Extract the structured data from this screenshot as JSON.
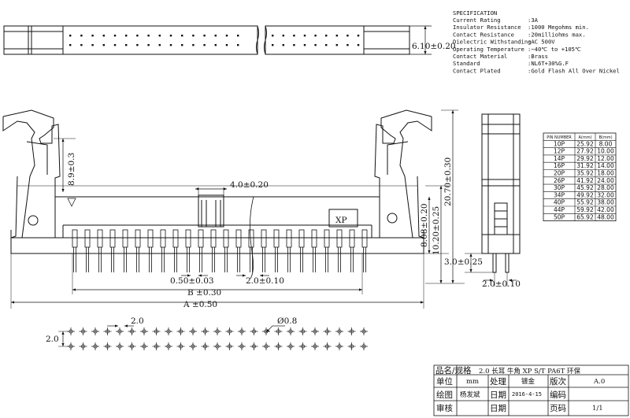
{
  "spec": {
    "title": "SPECIFICATION",
    "rows": [
      {
        "label": "Current Rating",
        "value": ":3A"
      },
      {
        "label": "Insulator Resistance",
        "value": ":1000 Megohms min."
      },
      {
        "label": "Contact Resistance",
        "value": ":20milliohms max."
      },
      {
        "label": "Dielectric Withstanding",
        "value": ":AC 500V"
      },
      {
        "label": "Operating Temperature",
        "value": ":−40℃ to +105℃"
      },
      {
        "label": "Contact Material",
        "value": ":Brass"
      },
      {
        "label": "Standard",
        "value": ":NL6T+30%G.F"
      },
      {
        "label": "Contact Plated",
        "value": ":Gold Flash All Over Nickel"
      }
    ]
  },
  "dims": {
    "top_width": "6.10±0.20",
    "latch_height": "8.9±0.3",
    "key_width": "4.0±0.20",
    "h_overall": "20.70±0.30",
    "h_body": "10.20±0.25",
    "h_pin": "8.08±0.20",
    "pin_width": "0.50±0.03",
    "pitch_front": "2.0±0.10",
    "dim_b": "B ±0.30",
    "dim_a": "A ±0.50",
    "pitch_x": "2.0",
    "pitch_y": "2.0",
    "hole": "Ø0.8",
    "side_tail": "3.0±0.25",
    "side_pitch": "2.0±0.10"
  },
  "marking": "XP",
  "pin_table": {
    "headers": [
      "PIN NUMBER",
      "A(mm)",
      "B(mm)"
    ],
    "rows": [
      [
        "10P",
        "25.92",
        "8.00"
      ],
      [
        "12P",
        "27.92",
        "10.00"
      ],
      [
        "14P",
        "29.92",
        "12.00"
      ],
      [
        "16P",
        "31.92",
        "14.00"
      ],
      [
        "20P",
        "35.92",
        "18.00"
      ],
      [
        "26P",
        "41.92",
        "24.00"
      ],
      [
        "30P",
        "45.92",
        "28.00"
      ],
      [
        "34P",
        "49.92",
        "32.00"
      ],
      [
        "40P",
        "55.92",
        "38.00"
      ],
      [
        "44P",
        "59.92",
        "42.00"
      ],
      [
        "50P",
        "65.92",
        "48.00"
      ]
    ]
  },
  "title_block": {
    "name_label": "品名/规格",
    "name_value": "2.0  长耳  牛角 XP S/T  PA6T 环保",
    "unit_label": "单位",
    "unit_value": "mm",
    "process_label": "处理",
    "process_value": "镀金",
    "version_label": "版次",
    "version_value": "A.0",
    "drawn_label": "绘图",
    "drawn_value": "杨发斌",
    "date_label": "日期",
    "date_value": "2016-4-15",
    "code_label": "编码",
    "code_value": "",
    "review_label": "审核",
    "review_value": "",
    "date2_label": "日期",
    "date2_value": "",
    "page_label": "页码",
    "page_value": "1/1"
  }
}
